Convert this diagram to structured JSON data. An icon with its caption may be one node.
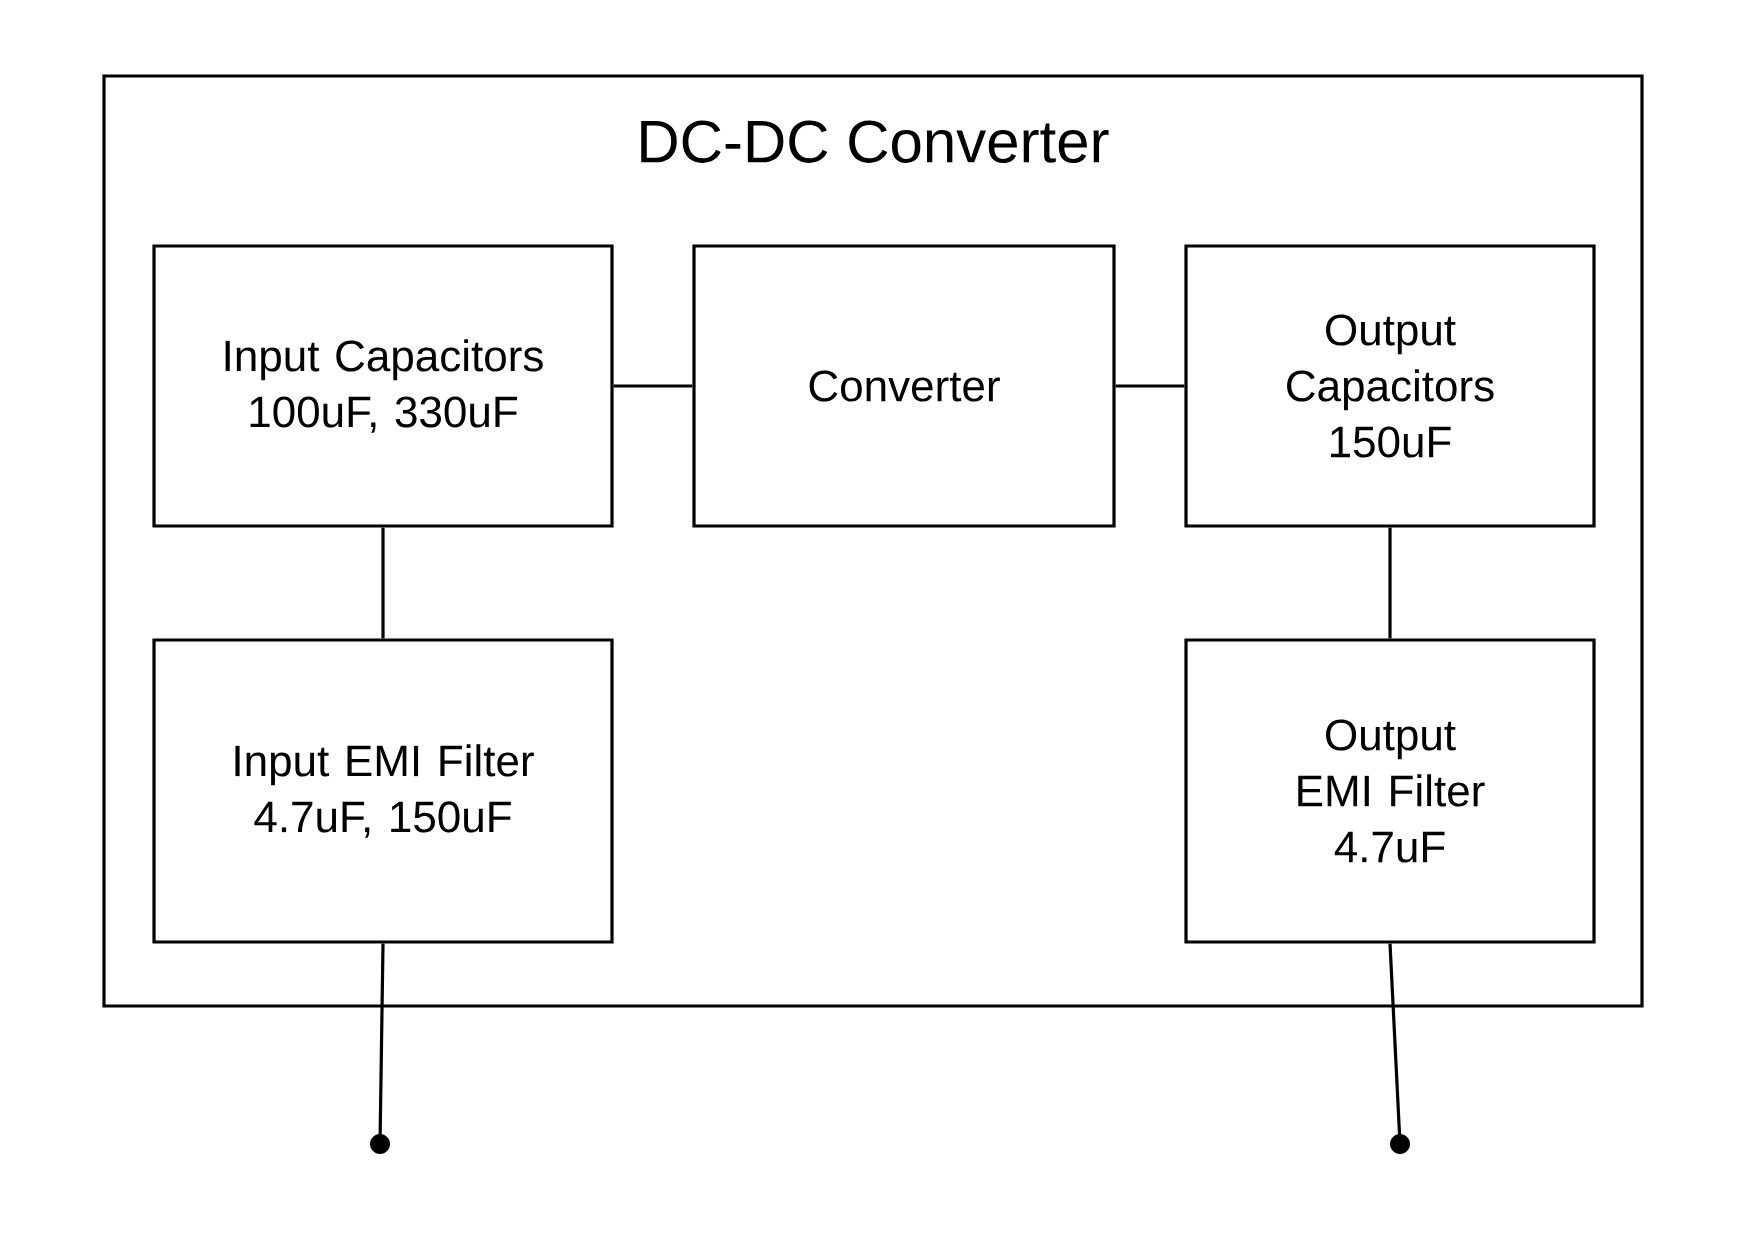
{
  "diagram": {
    "nodes": [
      {
        "text": [
          "DC-DC Converter"
        ]
      },
      {
        "text": [
          "Input Capacitors",
          "100uF, 330uF"
        ],
        "in": 0
      },
      {
        "text": [
          "Converter"
        ],
        "in": 0
      },
      {
        "text": [
          "Output Capacitors",
          "150uF"
        ],
        "in": 0
      },
      {
        "text": [
          "Input EMI Filter",
          "4.7uF, 150uF"
        ],
        "in": 0
      },
      {
        "text": [
          "Output EMI Filter",
          "4.7uF"
        ],
        "in": 0
      },
      {
        "text": [],
        "shape": "circle"
      },
      {
        "text": [],
        "shape": "circle"
      }
    ],
    "edges": [
      {
        "from": 1,
        "to": 2,
        "arrow": "none"
      },
      {
        "from": 2,
        "to": 3,
        "arrow": "none"
      },
      {
        "from": 1,
        "to": 4,
        "arrow": "none"
      },
      {
        "from": 3,
        "to": 5,
        "arrow": "none"
      },
      {
        "from": 4,
        "to": 6,
        "arrow": "none"
      },
      {
        "from": 5,
        "to": 7,
        "arrow": "none"
      }
    ]
  }
}
